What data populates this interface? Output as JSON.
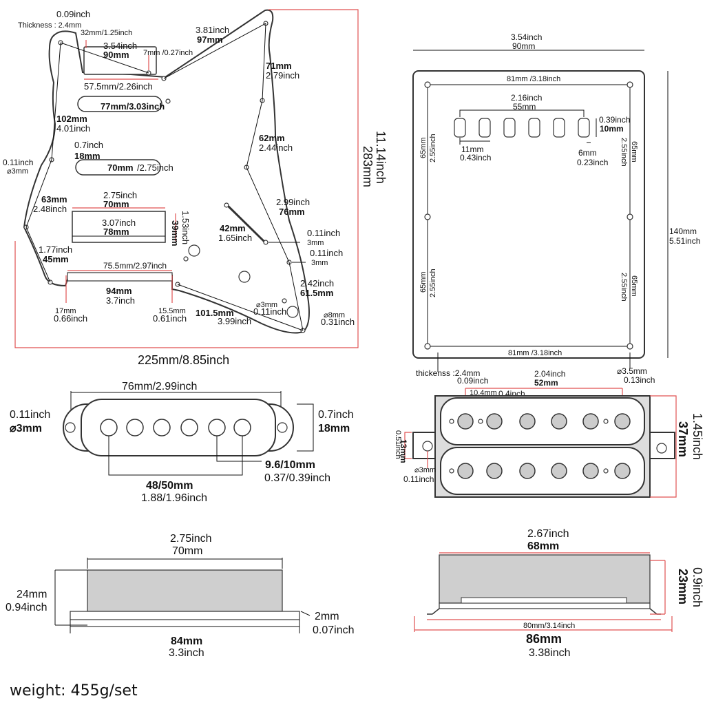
{
  "pickguard": {
    "thickness_inch": "0.09inch",
    "thickness_mm": "Thickness : 2.4mm",
    "top_slot_w": "32mm/1.25inch",
    "top_inch": "3.54inch",
    "top_mm": "90mm",
    "notch": "7mm /0.27inch",
    "slot1_w": "57.5mm/2.26inch",
    "horn_inch": "3.81inch",
    "horn_mm": "97mm",
    "upper_right_mm": "71mm",
    "upper_right_inch": "2.79inch",
    "single1_len": "77mm/3.03inch",
    "left_mm": "102mm",
    "left_inch": "4.01inch",
    "mid_right_mm": "62mm",
    "mid_right_inch": "2.44inch",
    "single_h_inch": "0.7inch",
    "single_h_mm": "18mm",
    "hole_inch": "0.11inch",
    "hole_mm": "⌀3mm",
    "single2_len_mm": "70mm",
    "single2_len_inch": "/2.75inch",
    "hb_w_inch": "2.75inch",
    "hb_w_mm": "70mm",
    "lower_left_mm": "63mm",
    "lower_left_inch": "2.48inch",
    "bridge_r_inch": "2.99inch",
    "bridge_r_mm": "76mm",
    "hb_inner_inch": "3.07inch",
    "hb_inner_mm": "78mm",
    "hb_h_inch": "1.53inch",
    "hb_h_mm": "39mm",
    "switch_mm": "42mm",
    "switch_inch": "1.65inch",
    "hole_a_inch": "0.11inch",
    "hole_a_mm": "3mm",
    "lower_l_inch": "1.77inch",
    "lower_l_mm": "45mm",
    "hole_b_inch": "0.11inch",
    "hole_b_mm": "3mm",
    "bottom_slot": "75.5mm/2.97inch",
    "lower_r_inch": "2.42inch",
    "lower_r_mm": "61.5mm",
    "bottom_mm": "94mm",
    "bottom_inch": "3.7inch",
    "hole_c_mm": "⌀3mm",
    "hole_c_inch": "0.11inch",
    "jack_mm": "⌀8mm",
    "jack_inch": "0.31inch",
    "left_tab_mm": "17mm",
    "left_tab_inch": "0.66inch",
    "right_tab_mm": "15.5mm",
    "right_tab_inch": "0.61inch",
    "bottom_r_mm": "101.5mm",
    "bottom_r_inch": "3.99inch",
    "height_inch": "11.14inch",
    "height_mm": "283mm",
    "width_total": "225mm/8.85inch"
  },
  "backplate": {
    "top_inch": "3.54inch",
    "top_mm": "90mm",
    "inner_top": "81mm /3.18inch",
    "slots_inch": "2.16inch",
    "slots_mm": "55mm",
    "slot_h_inch": "0.39inch",
    "slot_h_mm": "10mm",
    "slot_w_mm": "11mm",
    "slot_w_inch": "0.43inch",
    "gap_mm": "6mm",
    "gap_inch": "0.23inch",
    "left_seg_mm": "65mm",
    "left_seg_inch": "2.55inch",
    "right_seg_mm": "65mm",
    "right_seg_inch": "2.55inch",
    "height_mm": "140mm",
    "height_inch": "5.51inch",
    "inner_bottom": "81mm /3.18inch",
    "thickness_mm": "thickenss :2.4mm",
    "thickness_inch": "0.09inch",
    "hole_mm": "⌀3.5mm",
    "hole_inch": "0.13inch"
  },
  "single_coil": {
    "top": "76mm/2.99inch",
    "left_inch": "0.11inch",
    "left_mm": "⌀3mm",
    "right_inch": "0.7inch",
    "right_mm": "18mm",
    "spacing_mm": "9.6/10mm",
    "spacing_inch": "0.37/0.39inch",
    "span_mm": "48/50mm",
    "span_inch": "1.88/1.96inch"
  },
  "humbucker": {
    "top_inch": "2.04inch",
    "top_mm": "52mm",
    "pole_mm": "10.4mm",
    "pole_inch": "0.4inch",
    "tab_inch": "0.51inch",
    "tab_mm": "13mm",
    "hole_mm": "⌀3mm",
    "hole_inch": "0.11inch",
    "height_inch": "1.45inch",
    "height_mm": "37mm"
  },
  "single_side": {
    "top_inch": "2.75inch",
    "top_mm": "70mm",
    "h_mm": "24mm",
    "h_inch": "0.94inch",
    "base_mm": "2mm",
    "base_inch": "0.07inch",
    "bottom_mm": "84mm",
    "bottom_inch": "3.3inch"
  },
  "hb_side": {
    "top_inch": "2.67inch",
    "top_mm": "68mm",
    "h_inch": "0.9inch",
    "h_mm": "23mm",
    "inner_bottom": "80mm/3.14inch",
    "bottom_mm": "86mm",
    "bottom_inch": "3.38inch"
  },
  "weight": "weight: 455g/set"
}
